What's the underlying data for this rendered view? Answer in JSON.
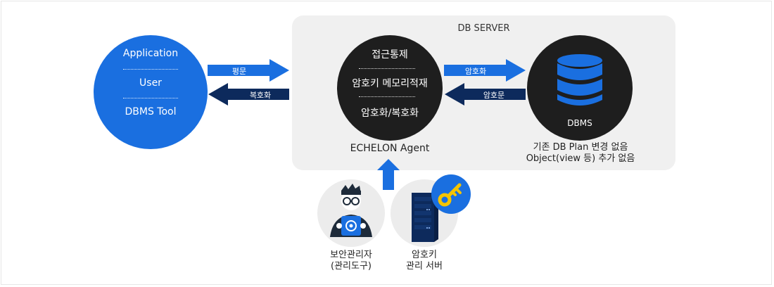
{
  "server": {
    "title": "DB SERVER"
  },
  "app": {
    "lines": [
      "Application",
      "User",
      "DBMS Tool"
    ]
  },
  "agent": {
    "lines": [
      "접근통제",
      "암호키 메모리적재",
      "암호화/복호화"
    ],
    "caption": "ECHELON Agent"
  },
  "dbms": {
    "label": "DBMS",
    "caption_lines": [
      "기존 DB Plan 변경 없음",
      "Object(view 등) 추가 없음"
    ]
  },
  "arrows": {
    "plain": "평문",
    "decrypt": "복호화",
    "encrypt": "암호화",
    "cipher": "암호문"
  },
  "admin": {
    "caption_lines": [
      "보안관리자",
      "(관리도구)"
    ]
  },
  "keyserver": {
    "caption_lines": [
      "암호키",
      "관리 서버"
    ]
  },
  "colors": {
    "blue": "#1a6fe0",
    "dark": "#1e1e1e",
    "panel": "#f0f0f0",
    "key": "#f5c400",
    "navy": "#0d2a5c"
  }
}
